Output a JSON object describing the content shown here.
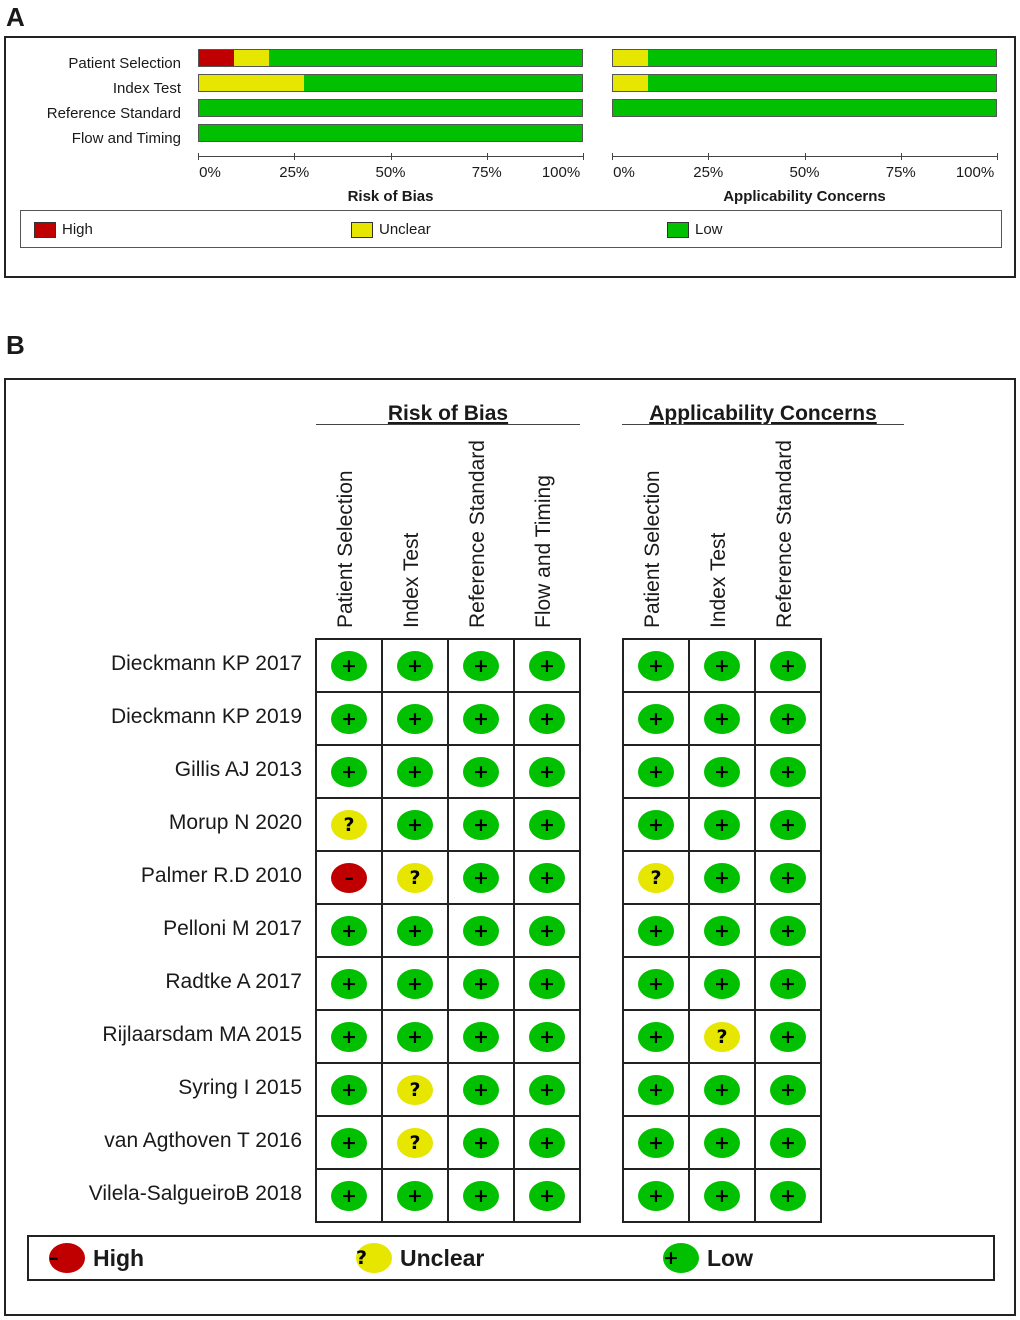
{
  "panel_a": {
    "letter": "A"
  },
  "panel_b": {
    "letter": "B"
  },
  "colors": {
    "high": "#c00000",
    "unclear": "#e6e600",
    "low": "#00c000"
  },
  "symbols": {
    "high": "–",
    "unclear": "?",
    "low": "+"
  },
  "legend": {
    "high": "High",
    "unclear": "Unclear",
    "low": "Low"
  },
  "chart_data": {
    "type": "bar",
    "orientation": "horizontal",
    "stacked": true,
    "value_unit": "percent",
    "ticks": [
      "0%",
      "25%",
      "50%",
      "75%",
      "100%"
    ],
    "legend_position": "bottom",
    "panels": [
      {
        "title": "Risk of Bias",
        "categories": [
          "Patient Selection",
          "Index Test",
          "Reference Standard",
          "Flow and Timing"
        ],
        "series": [
          {
            "name": "High",
            "values": [
              9.1,
              0,
              0,
              0
            ]
          },
          {
            "name": "Unclear",
            "values": [
              9.1,
              27.3,
              0,
              0
            ]
          },
          {
            "name": "Low",
            "values": [
              81.8,
              72.7,
              100,
              100
            ]
          }
        ]
      },
      {
        "title": "Applicability Concerns",
        "categories": [
          "Patient Selection",
          "Index Test",
          "Reference Standard"
        ],
        "series": [
          {
            "name": "High",
            "values": [
              0,
              0,
              0
            ]
          },
          {
            "name": "Unclear",
            "values": [
              9.1,
              9.1,
              0
            ]
          },
          {
            "name": "Low",
            "values": [
              90.9,
              90.9,
              100
            ]
          }
        ]
      }
    ]
  },
  "summary_table": {
    "groups": [
      {
        "title": "Risk of Bias",
        "columns": [
          "Patient Selection",
          "Index Test",
          "Reference Standard",
          "Flow and Timing"
        ]
      },
      {
        "title": "Applicability Concerns",
        "columns": [
          "Patient Selection",
          "Index Test",
          "Reference Standard"
        ]
      }
    ],
    "studies": [
      {
        "name": "Dieckmann KP 2017",
        "rob": [
          "low",
          "low",
          "low",
          "low"
        ],
        "app": [
          "low",
          "low",
          "low"
        ]
      },
      {
        "name": "Dieckmann KP 2019",
        "rob": [
          "low",
          "low",
          "low",
          "low"
        ],
        "app": [
          "low",
          "low",
          "low"
        ]
      },
      {
        "name": "Gillis AJ 2013",
        "rob": [
          "low",
          "low",
          "low",
          "low"
        ],
        "app": [
          "low",
          "low",
          "low"
        ]
      },
      {
        "name": "Morup N 2020",
        "rob": [
          "unclear",
          "low",
          "low",
          "low"
        ],
        "app": [
          "low",
          "low",
          "low"
        ]
      },
      {
        "name": "Palmer R.D 2010",
        "rob": [
          "high",
          "unclear",
          "low",
          "low"
        ],
        "app": [
          "unclear",
          "low",
          "low"
        ]
      },
      {
        "name": "Pelloni M 2017",
        "rob": [
          "low",
          "low",
          "low",
          "low"
        ],
        "app": [
          "low",
          "low",
          "low"
        ]
      },
      {
        "name": "Radtke A 2017",
        "rob": [
          "low",
          "low",
          "low",
          "low"
        ],
        "app": [
          "low",
          "low",
          "low"
        ]
      },
      {
        "name": "Rijlaarsdam MA 2015",
        "rob": [
          "low",
          "low",
          "low",
          "low"
        ],
        "app": [
          "low",
          "unclear",
          "low"
        ]
      },
      {
        "name": "Syring I 2015",
        "rob": [
          "low",
          "unclear",
          "low",
          "low"
        ],
        "app": [
          "low",
          "low",
          "low"
        ]
      },
      {
        "name": "van Agthoven T 2016",
        "rob": [
          "low",
          "unclear",
          "low",
          "low"
        ],
        "app": [
          "low",
          "low",
          "low"
        ]
      },
      {
        "name": "Vilela-SalgueiroB 2018",
        "rob": [
          "low",
          "low",
          "low",
          "low"
        ],
        "app": [
          "low",
          "low",
          "low"
        ]
      }
    ]
  }
}
